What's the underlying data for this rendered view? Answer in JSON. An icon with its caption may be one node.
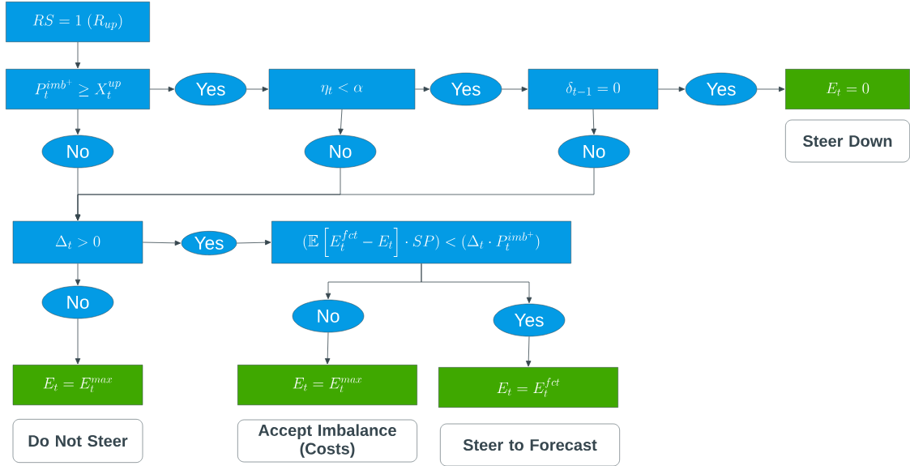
{
  "diagram": {
    "nodes": [
      {
        "text": [
          "RS = 1\\;(R_{up})"
        ]
      },
      {
        "text": [
          "P_t^{imb^+} \\geq X_t^{up}"
        ]
      },
      {
        "text": [
          "Yes"
        ]
      },
      {
        "text": [
          "\\eta_t < \\alpha"
        ]
      },
      {
        "text": [
          "Yes"
        ]
      },
      {
        "text": [
          "\\delta_{t-1} = 0"
        ]
      },
      {
        "text": [
          "Yes"
        ]
      },
      {
        "text": [
          "E_t = 0"
        ]
      },
      {
        "text": [
          "Steer Down"
        ]
      },
      {
        "text": [
          "No"
        ]
      },
      {
        "text": [
          "No"
        ]
      },
      {
        "text": [
          "No"
        ]
      },
      {
        "text": [
          "\\Delta_t > 0"
        ]
      },
      {
        "text": [
          "Yes"
        ]
      },
      {
        "text": [
          "(\\mathbb{E}\\left[E_t^{fct} - E_t\\right] \\cdot SP) < (\\Delta_t \\cdot P_t^{imb^+})"
        ]
      },
      {
        "text": [
          "No"
        ]
      },
      {
        "text": [
          "No"
        ]
      },
      {
        "text": [
          "Yes"
        ]
      },
      {
        "text": [
          "E_t = E_t^{max}"
        ]
      },
      {
        "text": [
          "E_t = E_t^{max}"
        ]
      },
      {
        "text": [
          "E_t = E_t^{fct}"
        ]
      },
      {
        "text": [
          "Do Not Steer"
        ]
      },
      {
        "text": [
          "Accept Imbalance (Costs)"
        ]
      },
      {
        "text": [
          "Steer to Forecast"
        ]
      }
    ],
    "edges": [
      {
        "from": 0,
        "to": 1,
        "arrow": "to"
      },
      {
        "from": 1,
        "to": 2,
        "arrow": "to"
      },
      {
        "from": 2,
        "to": 3,
        "arrow": "to"
      },
      {
        "from": 3,
        "to": 4,
        "arrow": "to"
      },
      {
        "from": 4,
        "to": 5,
        "arrow": "to"
      },
      {
        "from": 5,
        "to": 6,
        "arrow": "to"
      },
      {
        "from": 6,
        "to": 7,
        "arrow": "to"
      },
      {
        "from": 1,
        "to": 9,
        "arrow": "to"
      },
      {
        "from": 3,
        "to": 10,
        "arrow": "to"
      },
      {
        "from": 5,
        "to": 11,
        "arrow": "to"
      },
      {
        "from": 9,
        "to": 12,
        "arrow": "to"
      },
      {
        "from": 10,
        "to": 12,
        "arrow": "to"
      },
      {
        "from": 11,
        "to": 12,
        "arrow": "to"
      },
      {
        "from": 12,
        "to": 13,
        "arrow": "to"
      },
      {
        "from": 13,
        "to": 14,
        "arrow": "to"
      },
      {
        "from": 12,
        "to": 15,
        "arrow": "to"
      },
      {
        "from": 14,
        "to": 16,
        "arrow": "to"
      },
      {
        "from": 14,
        "to": 17,
        "arrow": "to"
      },
      {
        "from": 15,
        "to": 18,
        "arrow": "to"
      },
      {
        "from": 16,
        "to": 19,
        "arrow": "to"
      },
      {
        "from": 17,
        "to": 20,
        "arrow": "to"
      }
    ]
  }
}
